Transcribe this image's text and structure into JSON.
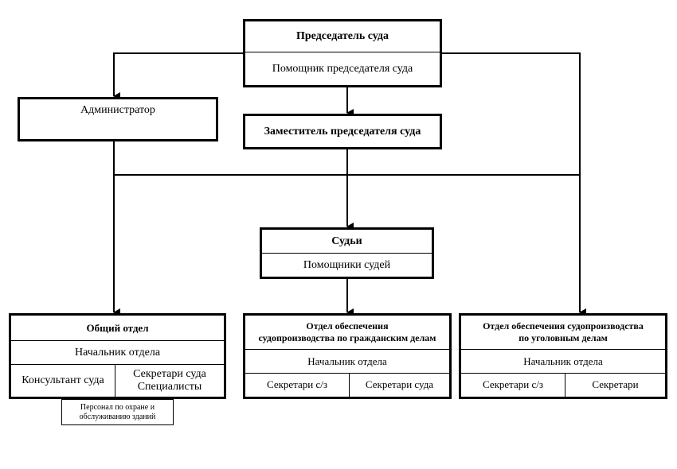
{
  "chairman": {
    "title": "Председатель суда",
    "assistant": "Помощник председателя суда"
  },
  "administrator": {
    "title": "Администратор"
  },
  "deputy": {
    "title": "Заместитель председателя суда"
  },
  "judges": {
    "title": "Судьи",
    "assistants": "Помощники судей"
  },
  "general_dept": {
    "title": "Общий отдел",
    "head": "Начальник отдела",
    "consultant": "Консультант суда",
    "secretaries": "Секретари суда",
    "specialists": "Специалисты",
    "staff_line1": "Персонал по охране и",
    "staff_line2": "обслуживанию зданий"
  },
  "civil_dept": {
    "title_line1": "Отдел обеспечения",
    "title_line2": "судопроизводства по гражданским делам",
    "head": "Начальник отдела",
    "cell_left": "Секретари с/з",
    "cell_right": "Секретари суда"
  },
  "criminal_dept": {
    "title_line1": "Отдел обеспечения судопроизводства",
    "title_line2": "по уголовным делам",
    "head": "Начальник отдела",
    "cell_left": "Секретари с/з",
    "cell_right": "Секретари"
  }
}
